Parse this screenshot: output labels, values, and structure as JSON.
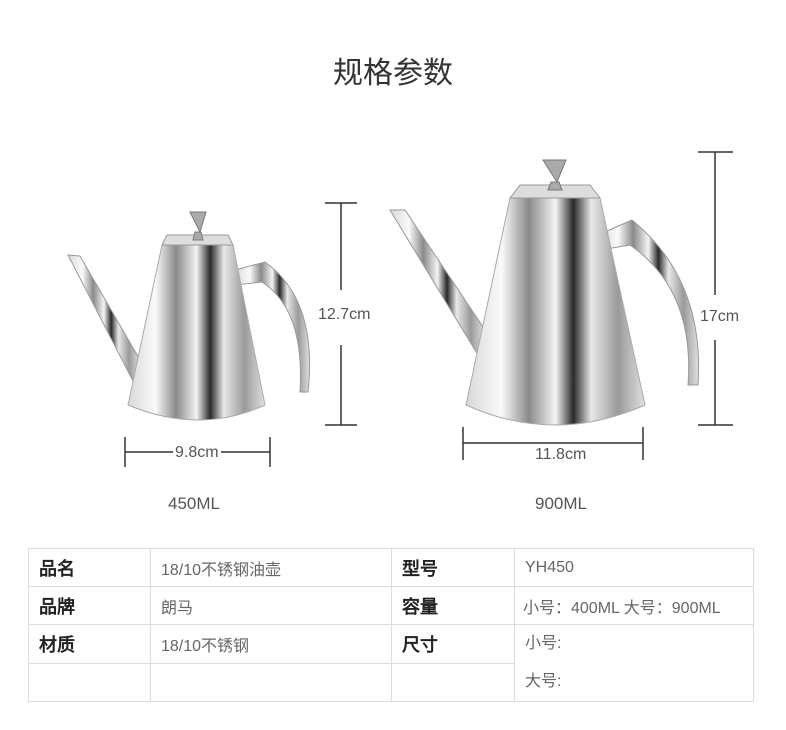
{
  "title": "规格参数",
  "small": {
    "height": "12.7cm",
    "width": "9.8cm",
    "capacity": "450ML"
  },
  "large": {
    "height": "17cm",
    "width": "11.8cm",
    "capacity": "900ML"
  },
  "table": {
    "rows": [
      {
        "k1": "品名",
        "v1": "18/10不锈钢油壶",
        "k2": "型号",
        "v2": "YH450"
      },
      {
        "k1": "品牌",
        "v1": "朗马",
        "k2": "容量",
        "v2": "小号：400ML 大号：900ML"
      },
      {
        "k1": "材质",
        "v1": "18/10不锈钢",
        "k2": "尺寸",
        "v2a": "小号:",
        "v2b": "大号:"
      }
    ]
  }
}
